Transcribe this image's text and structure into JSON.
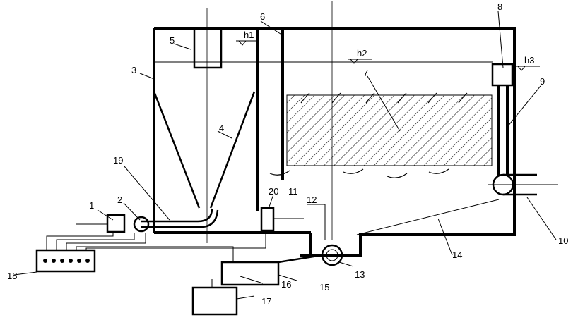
{
  "callouts": [
    "1",
    "2",
    "3",
    "4",
    "5",
    "6",
    "7",
    "8",
    "9",
    "10",
    "11",
    "12",
    "13",
    "14",
    "15",
    "16",
    "17",
    "18",
    "19",
    "20"
  ],
  "levels": [
    "h1",
    "h2",
    "h3"
  ]
}
